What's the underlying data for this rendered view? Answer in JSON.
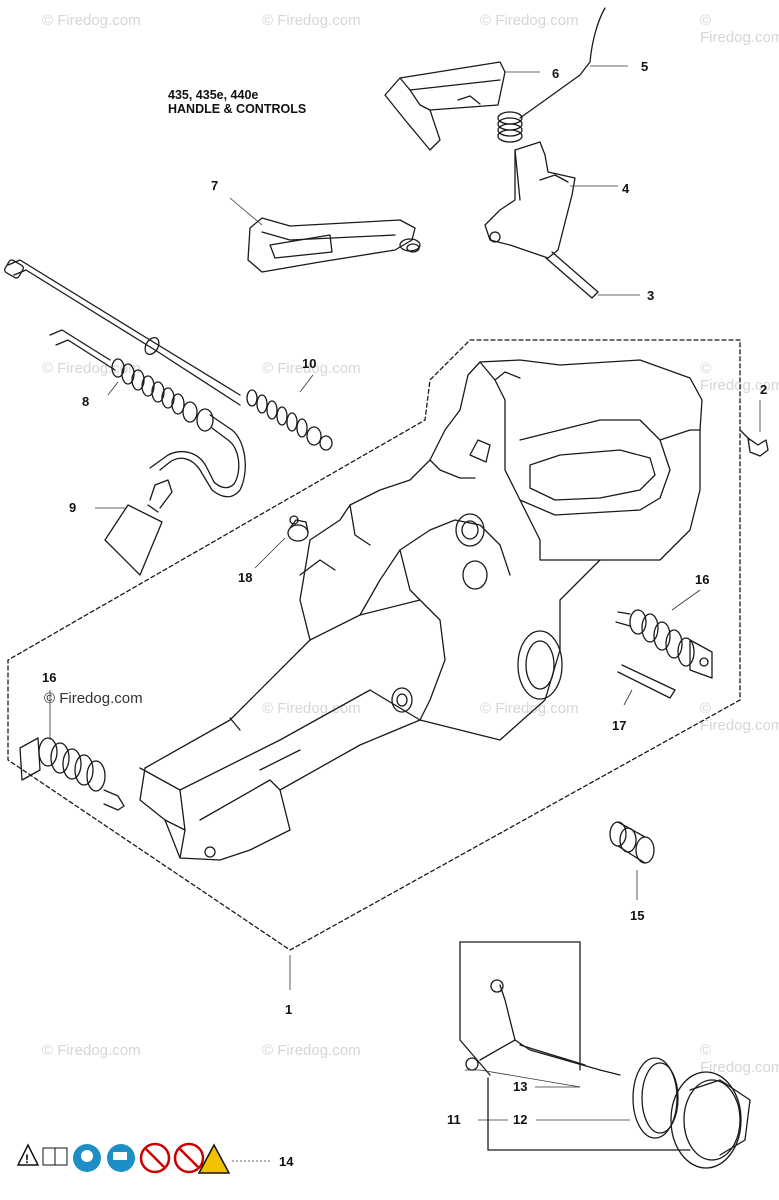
{
  "title": {
    "models": "435, 435e, 440e",
    "section": "HANDLE & CONTROLS"
  },
  "watermark": "© Firedog.com",
  "copyright": "© Firedog.com",
  "callouts": {
    "c1": "1",
    "c2": "2",
    "c3": "3",
    "c4": "4",
    "c5": "5",
    "c6": "6",
    "c7": "7",
    "c8": "8",
    "c9": "9",
    "c10": "10",
    "c11": "11",
    "c12": "12",
    "c13": "13",
    "c14": "14",
    "c15": "15",
    "c16a": "16",
    "c16b": "16",
    "c17": "17",
    "c18": "18"
  },
  "warning_icons": [
    "warning-triangle-icon",
    "manual-book-icon",
    "ear-eye-protection-icon",
    "gloves-icon",
    "no-one-hand-icon",
    "no-hand-icon",
    "kickback-warning-icon"
  ],
  "colors": {
    "line": "#1a1a1a",
    "panel": "#8fb267",
    "watermark": "#d6d6d6"
  }
}
